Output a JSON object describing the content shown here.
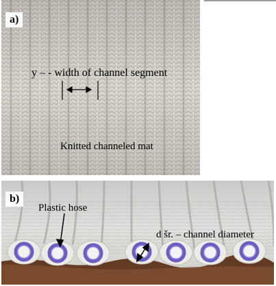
{
  "figure": {
    "panel_a": {
      "tag": "a)",
      "width_label": "y – - width of channel segment",
      "mat_label": "Knitted channeled mat"
    },
    "panel_b": {
      "tag": "b)",
      "hose_label": "Plastic hose",
      "diameter_label": "d šr. – channel diameter"
    }
  },
  "colors": {
    "fabric_light": "#dcd8d2",
    "fabric_dark": "#a8a49d",
    "hose_ring": "#6a5fc0",
    "table_wood": "#7a4a2e"
  }
}
